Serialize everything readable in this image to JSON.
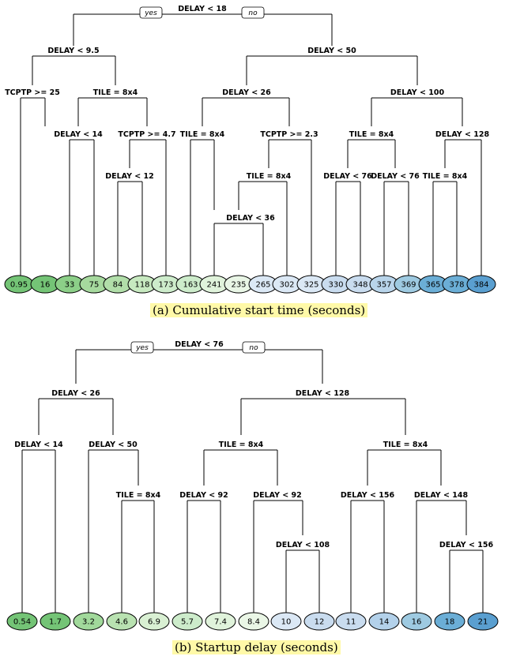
{
  "trees": [
    {
      "caption": "(a)  Cumulative start time (seconds)",
      "yes_label": "yes",
      "no_label": "no",
      "nodes": [
        "DELAY < 18",
        "DELAY < 9.5",
        "DELAY < 50",
        "TCPTP >= 25",
        "TILE = 8x4",
        "DELAY < 26",
        "DELAY < 100",
        "DELAY < 14",
        "TCPTP >= 4.7",
        "TILE = 8x4",
        "TCPTP >= 2.3",
        "TILE = 8x4",
        "DELAY < 128",
        "DELAY < 12",
        "TILE = 8x4",
        "DELAY < 76",
        "DELAY < 76",
        "TILE = 8x4",
        "DELAY < 36"
      ],
      "leaves": [
        "0.95",
        "16",
        "33",
        "75",
        "84",
        "118",
        "173",
        "163",
        "241",
        "235",
        "265",
        "302",
        "325",
        "330",
        "348",
        "357",
        "369",
        "365",
        "378",
        "384"
      ],
      "leaf_colors": [
        "#74c476",
        "#74c476",
        "#8ccf88",
        "#a6d99e",
        "#b1dea9",
        "#c7e9c0",
        "#cdeccb",
        "#cdeccb",
        "#e0f3db",
        "#e9f6e6",
        "#dbe8f5",
        "#dbe8f5",
        "#dbe8f5",
        "#c9dcef",
        "#c9dcef",
        "#b8d4ea",
        "#9ecae1",
        "#6baed6",
        "#6baed6",
        "#5a9fd0"
      ]
    },
    {
      "caption": "(b)  Startup delay (seconds)",
      "yes_label": "yes",
      "no_label": "no",
      "nodes": [
        "DELAY < 76",
        "DELAY < 26",
        "DELAY < 128",
        "DELAY < 14",
        "DELAY < 50",
        "TILE = 8x4",
        "TILE = 8x4",
        "TILE = 8x4",
        "DELAY < 92",
        "DELAY < 92",
        "DELAY < 156",
        "DELAY < 148",
        "DELAY < 108",
        "DELAY < 156"
      ],
      "leaves": [
        "0.54",
        "1.7",
        "3.2",
        "4.6",
        "6.9",
        "5.7",
        "7.4",
        "8.4",
        "10",
        "12",
        "11",
        "14",
        "16",
        "18",
        "21"
      ],
      "leaf_colors": [
        "#74c476",
        "#74c476",
        "#a1d99b",
        "#b9e2b1",
        "#d9f0d3",
        "#cdeccb",
        "#e0f3db",
        "#eaf6e6",
        "#dbe8f5",
        "#c9dcef",
        "#c9dcef",
        "#b3d1ea",
        "#9ecae1",
        "#6baed6",
        "#5a9fd0"
      ]
    }
  ]
}
